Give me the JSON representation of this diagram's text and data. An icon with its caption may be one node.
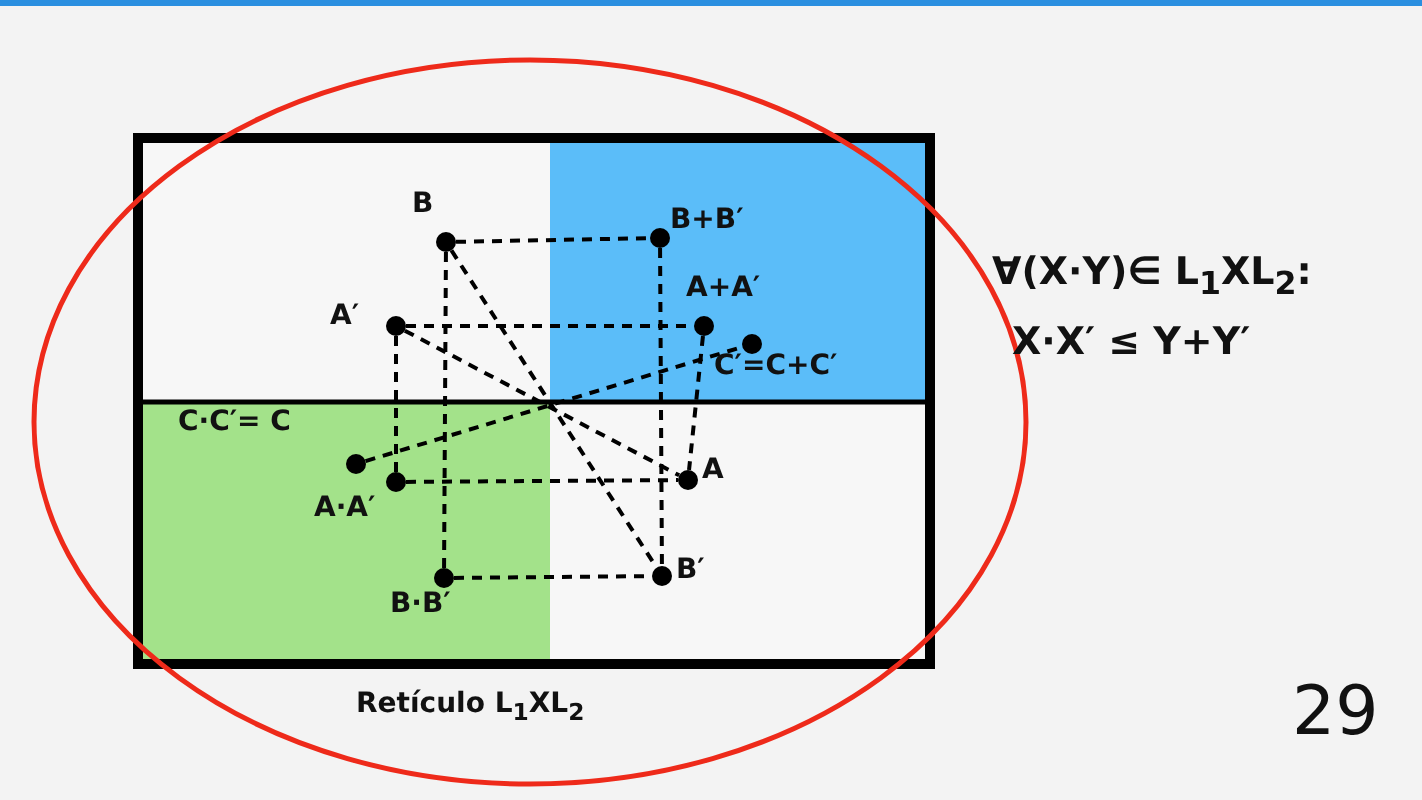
{
  "diagram": {
    "nodes": [
      {
        "text": [
          "B"
        ]
      },
      {
        "text": [
          "B+B′"
        ]
      },
      {
        "text": [
          "A′"
        ]
      },
      {
        "text": [
          "A+A′"
        ]
      },
      {
        "text": [
          "C′=C+C′"
        ]
      },
      {
        "text": [
          "C·C′= C"
        ]
      },
      {
        "text": [
          "A·A′"
        ]
      },
      {
        "text": [
          "A"
        ]
      },
      {
        "text": [
          "B·B′"
        ]
      },
      {
        "text": [
          "B′"
        ]
      }
    ],
    "edges": [
      {
        "from": 0,
        "to": 1,
        "arrow": "none",
        "style": "dashed"
      },
      {
        "from": 0,
        "to": 8,
        "arrow": "none",
        "style": "dashed"
      },
      {
        "from": 1,
        "to": 9,
        "arrow": "none",
        "style": "dashed"
      },
      {
        "from": 8,
        "to": 9,
        "arrow": "none",
        "style": "dashed"
      },
      {
        "from": 2,
        "to": 3,
        "arrow": "none",
        "style": "dashed"
      },
      {
        "from": 2,
        "to": 6,
        "arrow": "none",
        "style": "dashed"
      },
      {
        "from": 3,
        "to": 7,
        "arrow": "none",
        "style": "dashed"
      },
      {
        "from": 6,
        "to": 7,
        "arrow": "none",
        "style": "dashed"
      },
      {
        "from": 0,
        "to": 9,
        "arrow": "none",
        "style": "dashed"
      },
      {
        "from": 2,
        "to": 7,
        "arrow": "none",
        "style": "dashed"
      },
      {
        "from": 5,
        "to": 4,
        "arrow": "none",
        "style": "dashed"
      }
    ],
    "labels": [
      "∀(X·Y)∈ L$_{1}$XL$_{2}$:",
      "X·X′ ≤ Y+Y′",
      "Retículo L$_{1}$XL$_{2}$",
      "29"
    ]
  }
}
